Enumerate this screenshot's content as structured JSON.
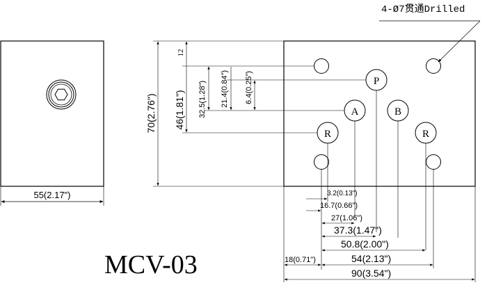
{
  "model": "MCV-03",
  "note": "4-Ø7贯通Drilled",
  "ports": {
    "p": "P",
    "a": "A",
    "b": "B",
    "r_left": "R",
    "r_right": "R"
  },
  "side_view": {
    "width": "55(2.17\")"
  },
  "vertical_dims": {
    "height": "70(2.76\")",
    "r_ports": "46(1.81\")",
    "ab_ports": "32.5(1.28\")",
    "p_port": "21.4(0.84\")",
    "top_holes": "6.4(0.25\")",
    "small": "12"
  },
  "horizontal_dims": {
    "d1": "3.2(0.13\")",
    "d2": "16.7(0.66\")",
    "d3": "27(1.06\")",
    "d4": "37.3(1.47\")",
    "d5": "50.8(2.00\")",
    "d6": "54(2.13\")",
    "d7": "18(0.71\")",
    "d8": "90(3.54\")"
  },
  "colors": {
    "ink": "#000000",
    "background": "#ffffff"
  }
}
